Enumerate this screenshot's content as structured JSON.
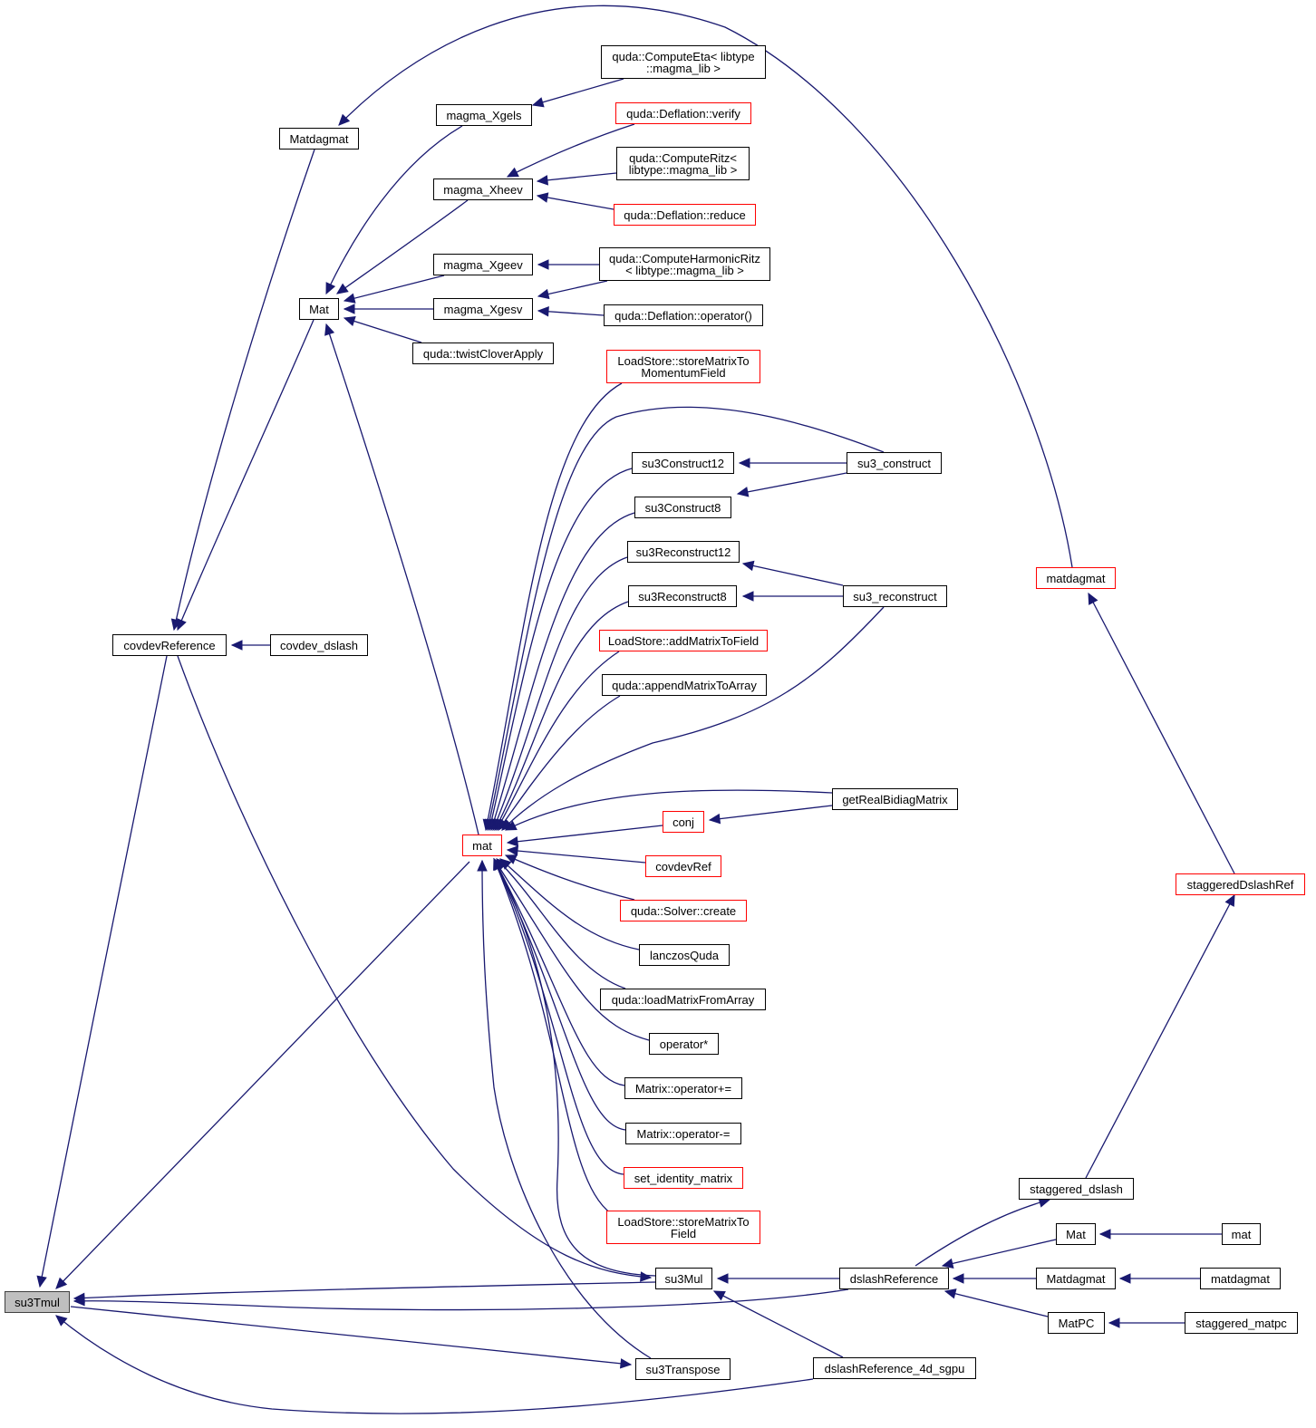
{
  "diagram": {
    "type": "caller-graph",
    "focus_node": "su3Tmul",
    "colors": {
      "edge": "#191970",
      "node_border": "#000000",
      "undocumented_border": "#ff0000",
      "focus_fill": "#bfbfbf",
      "background": "#ffffff"
    },
    "nodes": [
      {
        "id": "su3Tmul",
        "label": "su3Tmul",
        "style": "focus"
      },
      {
        "id": "Matdagmat_top",
        "label": "Matdagmat",
        "style": "normal"
      },
      {
        "id": "Mat_top",
        "label": "Mat",
        "style": "normal"
      },
      {
        "id": "covdevReference",
        "label": "covdevReference",
        "style": "normal"
      },
      {
        "id": "covdev_dslash",
        "label": "covdev_dslash",
        "style": "normal"
      },
      {
        "id": "magma_Xgels",
        "label": "magma_Xgels",
        "style": "normal"
      },
      {
        "id": "magma_Xheev",
        "label": "magma_Xheev",
        "style": "normal"
      },
      {
        "id": "magma_Xgeev",
        "label": "magma_Xgeev",
        "style": "normal"
      },
      {
        "id": "magma_Xgesv",
        "label": "magma_Xgesv",
        "style": "normal"
      },
      {
        "id": "twistCloverApply",
        "label": "quda::twistCloverApply",
        "style": "normal"
      },
      {
        "id": "ComputeEta",
        "label": "quda::ComputeEta< libtype\n::magma_lib >",
        "style": "normal"
      },
      {
        "id": "Deflation_verify",
        "label": "quda::Deflation::verify",
        "style": "red"
      },
      {
        "id": "ComputeRitz",
        "label": "quda::ComputeRitz<\nlibtype::magma_lib >",
        "style": "normal"
      },
      {
        "id": "Deflation_reduce",
        "label": "quda::Deflation::reduce",
        "style": "red"
      },
      {
        "id": "ComputeHarmonicRitz",
        "label": "quda::ComputeHarmonicRitz\n< libtype::magma_lib >",
        "style": "normal"
      },
      {
        "id": "Deflation_operator",
        "label": "quda::Deflation::operator()",
        "style": "normal"
      },
      {
        "id": "storeMatrixToMomentumField",
        "label": "LoadStore::storeMatrixTo\nMomentumField",
        "style": "red"
      },
      {
        "id": "su3Construct12",
        "label": "su3Construct12",
        "style": "normal"
      },
      {
        "id": "su3Construct8",
        "label": "su3Construct8",
        "style": "normal"
      },
      {
        "id": "su3Reconstruct12",
        "label": "su3Reconstruct12",
        "style": "normal"
      },
      {
        "id": "su3Reconstruct8",
        "label": "su3Reconstruct8",
        "style": "normal"
      },
      {
        "id": "addMatrixToField",
        "label": "LoadStore::addMatrixToField",
        "style": "red"
      },
      {
        "id": "appendMatrixToArray",
        "label": "quda::appendMatrixToArray",
        "style": "normal"
      },
      {
        "id": "su3_construct",
        "label": "su3_construct",
        "style": "normal"
      },
      {
        "id": "su3_reconstruct",
        "label": "su3_reconstruct",
        "style": "normal"
      },
      {
        "id": "matdagmat_red",
        "label": "matdagmat",
        "style": "red"
      },
      {
        "id": "getRealBidiagMatrix",
        "label": "getRealBidiagMatrix",
        "style": "normal"
      },
      {
        "id": "conj",
        "label": "conj",
        "style": "red"
      },
      {
        "id": "mat_red",
        "label": "mat",
        "style": "red"
      },
      {
        "id": "covdevRef",
        "label": "covdevRef",
        "style": "red"
      },
      {
        "id": "Solver_create",
        "label": "quda::Solver::create",
        "style": "red"
      },
      {
        "id": "lanczosQuda",
        "label": "lanczosQuda",
        "style": "normal"
      },
      {
        "id": "loadMatrixFromArray",
        "label": "quda::loadMatrixFromArray",
        "style": "normal"
      },
      {
        "id": "operator_mul",
        "label": "operator*",
        "style": "normal"
      },
      {
        "id": "Matrix_plus_eq",
        "label": "Matrix::operator+=",
        "style": "normal"
      },
      {
        "id": "Matrix_minus_eq",
        "label": "Matrix::operator-=",
        "style": "normal"
      },
      {
        "id": "set_identity_matrix",
        "label": "set_identity_matrix",
        "style": "red"
      },
      {
        "id": "storeMatrixToField",
        "label": "LoadStore::storeMatrixTo\nField",
        "style": "red"
      },
      {
        "id": "staggeredDslashRef",
        "label": "staggeredDslashRef",
        "style": "red"
      },
      {
        "id": "staggered_dslash",
        "label": "staggered_dslash",
        "style": "normal"
      },
      {
        "id": "Mat_bottom",
        "label": "Mat",
        "style": "normal"
      },
      {
        "id": "mat_bottom",
        "label": "mat",
        "style": "normal"
      },
      {
        "id": "su3Mul",
        "label": "su3Mul",
        "style": "normal"
      },
      {
        "id": "dslashReference",
        "label": "dslashReference",
        "style": "normal"
      },
      {
        "id": "Matdagmat_bottom",
        "label": "Matdagmat",
        "style": "normal"
      },
      {
        "id": "matdagmat_bottom",
        "label": "matdagmat",
        "style": "normal"
      },
      {
        "id": "MatPC",
        "label": "MatPC",
        "style": "normal"
      },
      {
        "id": "staggered_matpc",
        "label": "staggered_matpc",
        "style": "normal"
      },
      {
        "id": "su3Transpose",
        "label": "su3Transpose",
        "style": "normal"
      },
      {
        "id": "dslashReference_4d_sgpu",
        "label": "dslashReference_4d_sgpu",
        "style": "normal"
      }
    ],
    "edges": [
      {
        "from": "Matdagmat_top",
        "to": "covdevReference"
      },
      {
        "from": "Mat_top",
        "to": "covdevReference"
      },
      {
        "from": "covdev_dslash",
        "to": "covdevReference"
      },
      {
        "from": "covdevReference",
        "to": "su3Tmul"
      },
      {
        "from": "matdagmat_red",
        "to": "Matdagmat_top"
      },
      {
        "from": "magma_Xgels",
        "to": "Mat_top"
      },
      {
        "from": "magma_Xheev",
        "to": "Mat_top"
      },
      {
        "from": "magma_Xgeev",
        "to": "Mat_top"
      },
      {
        "from": "magma_Xgesv",
        "to": "Mat_top"
      },
      {
        "from": "twistCloverApply",
        "to": "Mat_top"
      },
      {
        "from": "mat_red",
        "to": "Mat_top"
      },
      {
        "from": "ComputeEta",
        "to": "magma_Xgels"
      },
      {
        "from": "Deflation_verify",
        "to": "magma_Xheev"
      },
      {
        "from": "ComputeRitz",
        "to": "magma_Xheev"
      },
      {
        "from": "Deflation_reduce",
        "to": "magma_Xheev"
      },
      {
        "from": "ComputeHarmonicRitz",
        "to": "magma_Xgeev"
      },
      {
        "from": "ComputeHarmonicRitz",
        "to": "magma_Xgesv"
      },
      {
        "from": "Deflation_operator",
        "to": "magma_Xgesv"
      },
      {
        "from": "storeMatrixToMomentumField",
        "to": "mat_red"
      },
      {
        "from": "su3_construct",
        "to": "mat_red"
      },
      {
        "from": "su3Construct12",
        "to": "mat_red"
      },
      {
        "from": "su3Construct8",
        "to": "mat_red"
      },
      {
        "from": "su3Reconstruct12",
        "to": "mat_red"
      },
      {
        "from": "su3Reconstruct8",
        "to": "mat_red"
      },
      {
        "from": "addMatrixToField",
        "to": "mat_red"
      },
      {
        "from": "appendMatrixToArray",
        "to": "mat_red"
      },
      {
        "from": "su3_reconstruct",
        "to": "mat_red"
      },
      {
        "from": "getRealBidiagMatrix",
        "to": "mat_red"
      },
      {
        "from": "conj",
        "to": "mat_red"
      },
      {
        "from": "covdevRef",
        "to": "mat_red"
      },
      {
        "from": "Solver_create",
        "to": "mat_red"
      },
      {
        "from": "lanczosQuda",
        "to": "mat_red"
      },
      {
        "from": "loadMatrixFromArray",
        "to": "mat_red"
      },
      {
        "from": "operator_mul",
        "to": "mat_red"
      },
      {
        "from": "Matrix_plus_eq",
        "to": "mat_red"
      },
      {
        "from": "Matrix_minus_eq",
        "to": "mat_red"
      },
      {
        "from": "set_identity_matrix",
        "to": "mat_red"
      },
      {
        "from": "storeMatrixToField",
        "to": "mat_red"
      },
      {
        "from": "su3Mul",
        "to": "mat_red"
      },
      {
        "from": "su3Transpose",
        "to": "mat_red"
      },
      {
        "from": "mat_red",
        "to": "su3Tmul"
      },
      {
        "from": "su3_construct",
        "to": "su3Construct12"
      },
      {
        "from": "su3_construct",
        "to": "su3Construct8"
      },
      {
        "from": "su3_reconstruct",
        "to": "su3Reconstruct12"
      },
      {
        "from": "su3_reconstruct",
        "to": "su3Reconstruct8"
      },
      {
        "from": "getRealBidiagMatrix",
        "to": "conj"
      },
      {
        "from": "staggeredDslashRef",
        "to": "matdagmat_red"
      },
      {
        "from": "staggered_dslash",
        "to": "staggeredDslashRef"
      },
      {
        "from": "dslashReference",
        "to": "staggered_dslash"
      },
      {
        "from": "Mat_bottom",
        "to": "dslashReference"
      },
      {
        "from": "Matdagmat_bottom",
        "to": "dslashReference"
      },
      {
        "from": "MatPC",
        "to": "dslashReference"
      },
      {
        "from": "mat_bottom",
        "to": "Mat_bottom"
      },
      {
        "from": "matdagmat_bottom",
        "to": "Matdagmat_bottom"
      },
      {
        "from": "staggered_matpc",
        "to": "MatPC"
      },
      {
        "from": "dslashReference",
        "to": "su3Mul"
      },
      {
        "from": "dslashReference_4d_sgpu",
        "to": "su3Mul"
      },
      {
        "from": "covdevReference",
        "to": "su3Mul"
      },
      {
        "from": "su3Mul",
        "to": "su3Tmul"
      },
      {
        "from": "dslashReference",
        "to": "su3Tmul"
      },
      {
        "from": "su3Tmul",
        "to": "su3Transpose"
      },
      {
        "from": "dslashReference_4d_sgpu",
        "to": "su3Tmul"
      }
    ]
  }
}
